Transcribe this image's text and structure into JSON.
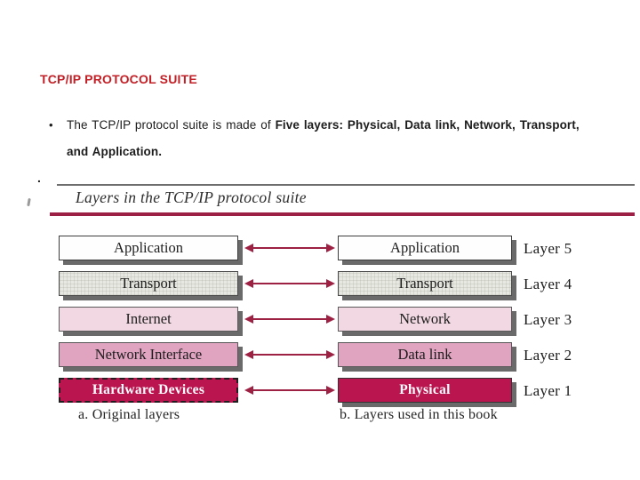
{
  "slide": {
    "title": "TCP/IP PROTOCOL SUITE",
    "bullet": {
      "marker": "•",
      "line1_normal": "The TCP/IP protocol suite is made of ",
      "line1_bold": "Five layers: Physical, Data link, Network, Transport,",
      "line2_bold": "and Application."
    },
    "bullet2_marker": "."
  },
  "figure": {
    "title": "Layers in the TCP/IP protocol suite",
    "rows": [
      {
        "left": "Application",
        "right": "Application",
        "layer": "Layer 5"
      },
      {
        "left": "Transport",
        "right": "Transport",
        "layer": "Layer 4"
      },
      {
        "left": "Internet",
        "right": "Network",
        "layer": "Layer 3"
      },
      {
        "left": "Network Interface",
        "right": "Data link",
        "layer": "Layer 2"
      },
      {
        "left": "Hardware Devices",
        "right": "Physical",
        "layer": "Layer 1"
      }
    ],
    "caption_left": "a. Original layers",
    "caption_right": "b. Layers used in this book"
  },
  "colors": {
    "title_red": "#c22026",
    "figure_maroon": "#9c2045",
    "layer1_crimson": "#bb1550",
    "layer2_pink": "#e0a3c0",
    "layer3_light_pink": "#f2d8e2",
    "layer4_textured_gray": "#e7e8e1",
    "layer5_white": "#fefefe",
    "box_shadow_gray": "#6a6a6a",
    "arrow_maroon": "#9c2143"
  }
}
